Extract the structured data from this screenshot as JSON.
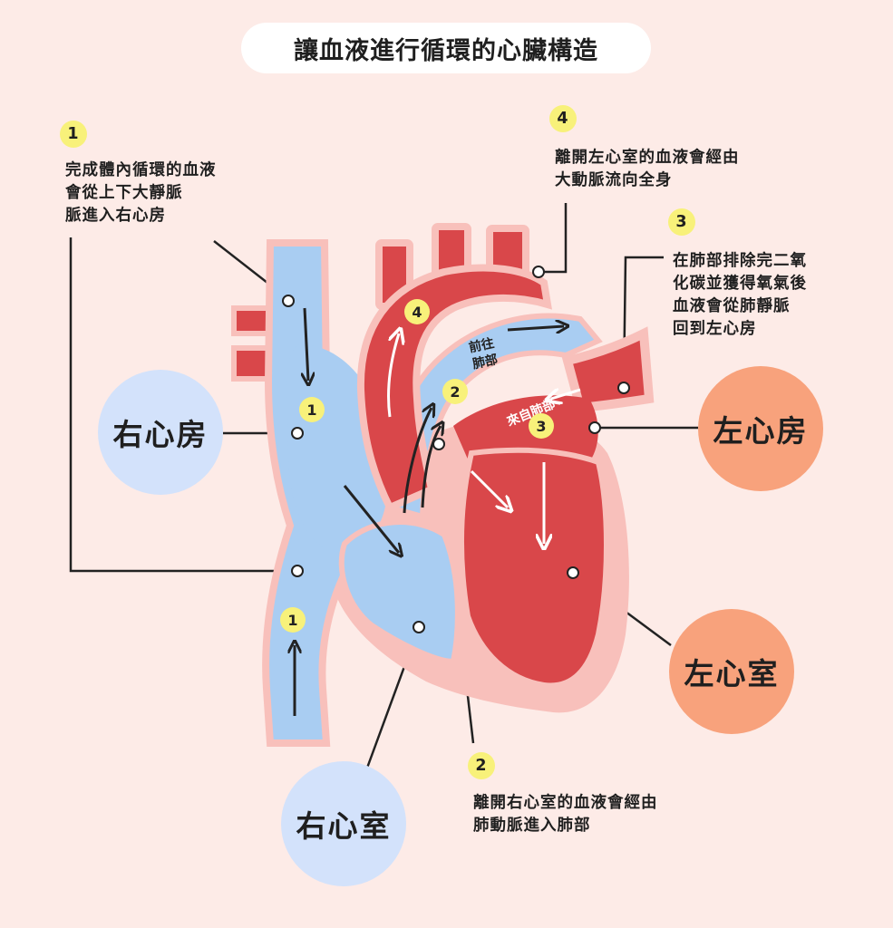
{
  "title": "讓血液進行循環的心臟構造",
  "colors": {
    "background": "#fdebe7",
    "deoxygenated_blood": "#a9cdf2",
    "oxygenated_blood": "#d9474a",
    "heart_wall": "#f8c0bb",
    "step_badge": "#f8f17a",
    "right_side_label": "#d3e2fb",
    "left_side_label": "#f8a27c"
  },
  "chamber_labels": {
    "right_atrium": "右心房",
    "right_ventricle": "右心室",
    "left_atrium": "左心房",
    "left_ventricle": "左心室"
  },
  "steps": [
    {
      "number": "1",
      "lines": [
        "完成體內循環的血液",
        "會從上下大靜脈",
        "脈進入右心房"
      ]
    },
    {
      "number": "2",
      "lines": [
        "離開右心室的血液會經由",
        "肺動脈進入肺部"
      ]
    },
    {
      "number": "3",
      "lines": [
        "在肺部排除完二氧",
        "化碳並獲得氧氣後",
        "血液會從肺靜脈",
        "回到左心房"
      ]
    },
    {
      "number": "4",
      "lines": [
        "離開左心室的血液會經由",
        "大動脈流向全身"
      ]
    }
  ],
  "diagram_text": {
    "to_lungs_1": "前往",
    "to_lungs_2": "肺部",
    "from_lungs": "來自肺部"
  },
  "diagram_badges": [
    "1",
    "1",
    "2",
    "3",
    "4"
  ]
}
